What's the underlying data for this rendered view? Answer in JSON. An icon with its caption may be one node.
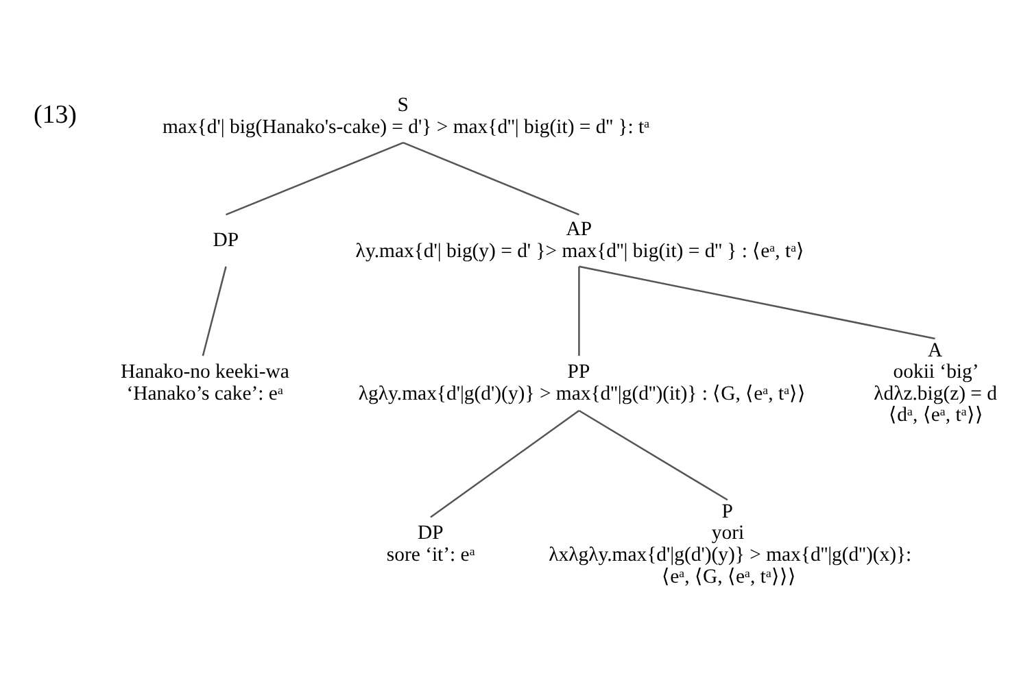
{
  "diagram": {
    "nodes": [
      {
        "text": [
          "S",
          "max{d'| big(Hanako's-cake) = d'} > max{d''| big(it) = d'' }: tᵃ"
        ]
      },
      {
        "text": [
          "DP"
        ]
      },
      {
        "text": [
          "Hanako-no keeki-wa",
          "‘Hanako’s cake’: eᵃ"
        ]
      },
      {
        "text": [
          "AP",
          "λy.max{d'| big(y) = d' }> max{d''| big(it) = d'' } : ⟨eᵃ, tᵃ⟩"
        ]
      },
      {
        "text": [
          "PP",
          "λgλy.max{d'|g(d')(y)} > max{d''|g(d'')(it)} : ⟨G, ⟨eᵃ, tᵃ⟩⟩"
        ]
      },
      {
        "text": [
          "A",
          "ookii ‘big’",
          "λdλz.big(z) = d",
          "⟨dᵃ, ⟨eᵃ, tᵃ⟩⟩"
        ]
      },
      {
        "text": [
          "DP",
          "sore ‘it’: eᵃ"
        ]
      },
      {
        "text": [
          "P",
          "yori",
          "λxλgλy.max{d'|g(d')(y)} > max{d''|g(d'')(x)}:",
          "⟨eᵃ, ⟨G, ⟨eᵃ, tᵃ⟩⟩⟩"
        ]
      }
    ],
    "edges": [
      {
        "from": 0,
        "to": 1,
        "arrow": "none"
      },
      {
        "from": 0,
        "to": 3,
        "arrow": "none"
      },
      {
        "from": 1,
        "to": 2,
        "arrow": "none"
      },
      {
        "from": 3,
        "to": 4,
        "arrow": "none"
      },
      {
        "from": 3,
        "to": 5,
        "arrow": "none"
      },
      {
        "from": 4,
        "to": 6,
        "arrow": "none"
      },
      {
        "from": 4,
        "to": 7,
        "arrow": "none"
      }
    ],
    "labels": [
      "(13)"
    ]
  }
}
